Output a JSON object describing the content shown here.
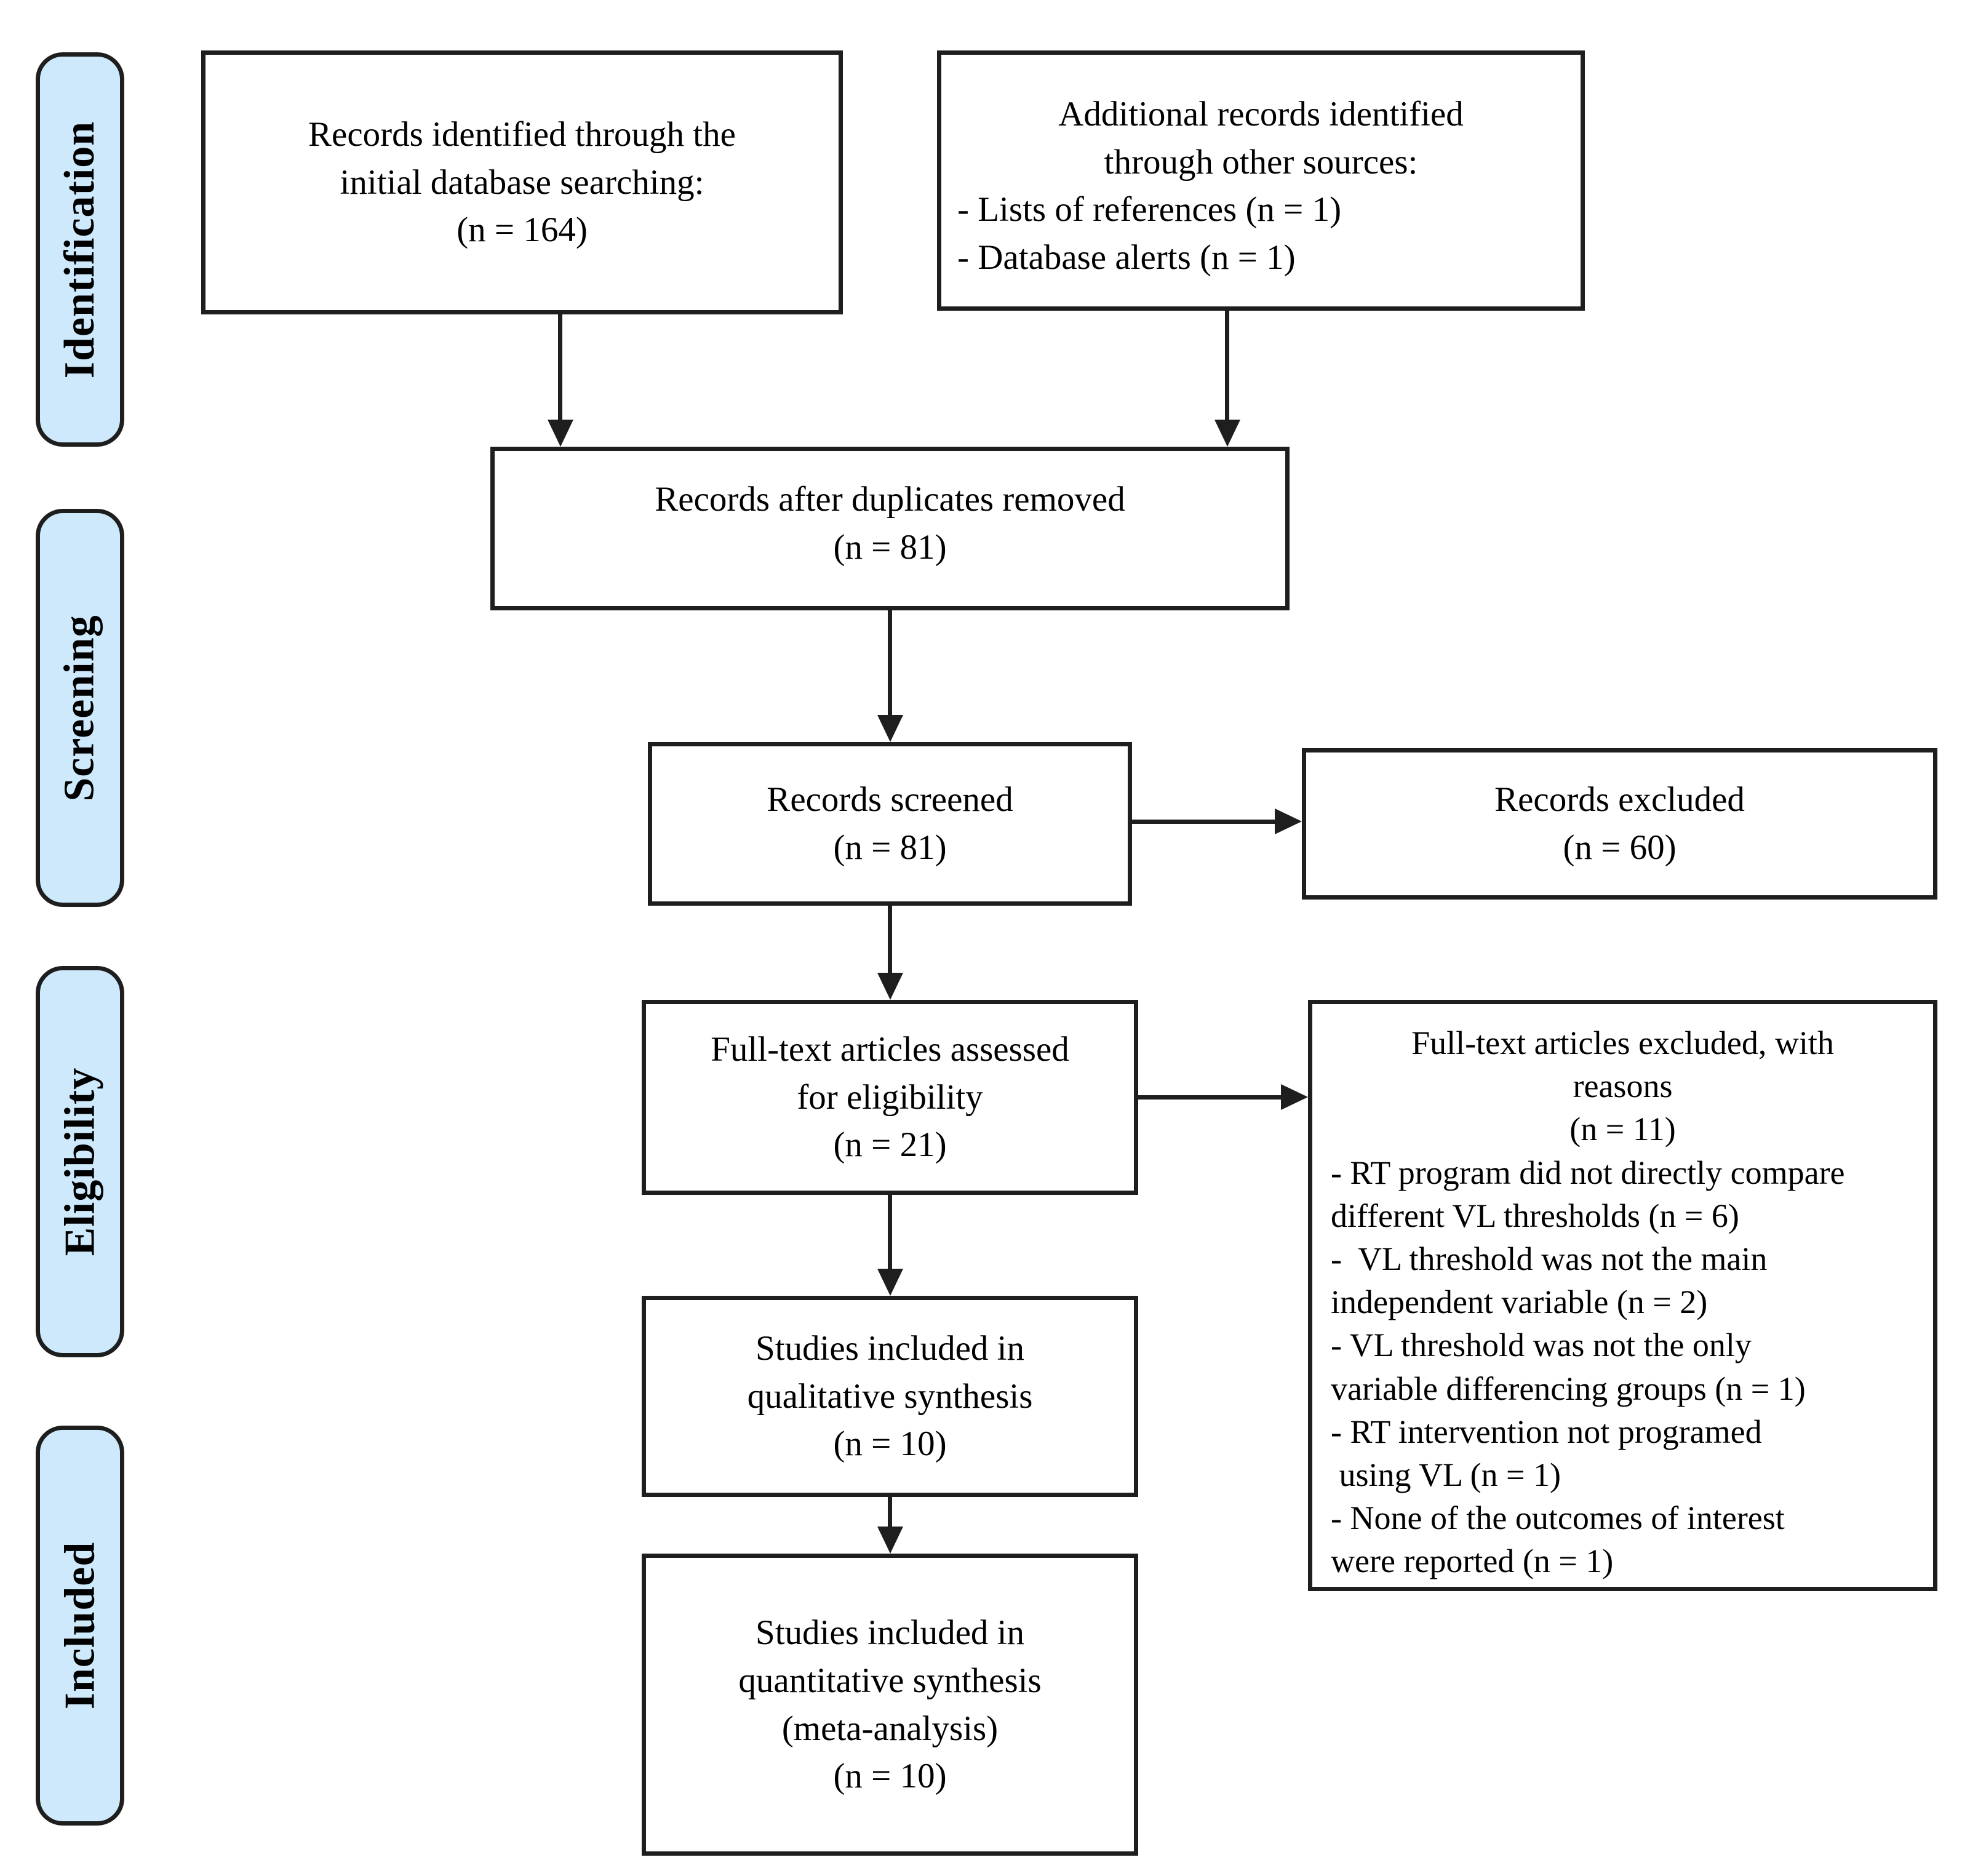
{
  "colors": {
    "stage_fill": "#cde9fb",
    "border": "#1e1e1e",
    "background": "#ffffff"
  },
  "stages": [
    {
      "label": "Identification"
    },
    {
      "label": "Screening"
    },
    {
      "label": "Eligibility"
    },
    {
      "label": "Included"
    }
  ],
  "boxes": {
    "identified": {
      "lines": [
        "Records identified through the",
        "initial database searching:",
        "(n = 164)"
      ]
    },
    "additional": {
      "header_lines": [
        "Additional records identified",
        "through other sources:"
      ],
      "bullet_lines": [
        "- Lists of references (n = 1)",
        "- Database alerts (n = 1)"
      ]
    },
    "duplicates_removed": {
      "lines": [
        "Records after duplicates removed",
        "(n = 81)"
      ]
    },
    "screened": {
      "lines": [
        "Records screened",
        "(n = 81)"
      ]
    },
    "records_excluded": {
      "lines": [
        "Records excluded",
        "(n = 60)"
      ]
    },
    "fulltext_assessed": {
      "lines": [
        "Full-text articles assessed",
        "for eligibility",
        "(n = 21)"
      ]
    },
    "fulltext_excluded": {
      "header_lines": [
        "Full-text articles excluded, with",
        "reasons",
        "(n = 11)"
      ],
      "reason_lines": [
        "- RT program did not directly compare",
        "different VL thresholds (n = 6)",
        "-  VL threshold was not the main",
        "independent variable (n = 2)",
        "- VL threshold was not the only",
        "variable differencing groups (n = 1)",
        "- RT intervention not programed",
        " using VL (n = 1)",
        "- None of the outcomes of interest",
        "were reported (n = 1)"
      ]
    },
    "qualitative": {
      "lines": [
        "Studies included in",
        "qualitative synthesis",
        "(n = 10)"
      ]
    },
    "quantitative": {
      "lines": [
        "Studies included in",
        "quantitative synthesis",
        "(meta-analysis)",
        "(n = 10)"
      ]
    }
  }
}
